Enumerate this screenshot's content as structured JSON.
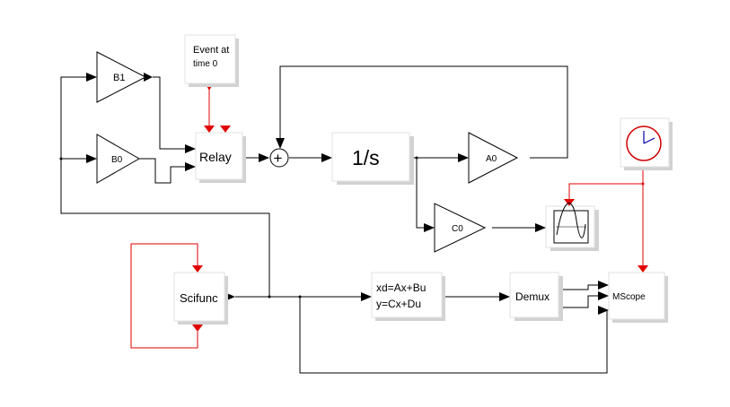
{
  "blocks": {
    "event": {
      "line1": "Event at",
      "line2": "time  0"
    },
    "b1": "B1",
    "b0": "B0",
    "relay": "Relay",
    "sum": "+",
    "integrator": "1/s",
    "a0": "A0",
    "c0": "C0",
    "scifunc": "Scifunc",
    "statespace": {
      "line1": "xd=Ax+Bu",
      "line2": "y=Cx+Du"
    },
    "demux": "Demux",
    "mscope": "MScope"
  },
  "colors": {
    "activation": "#e00000",
    "clock": "#d00000",
    "signal": "#000000"
  }
}
